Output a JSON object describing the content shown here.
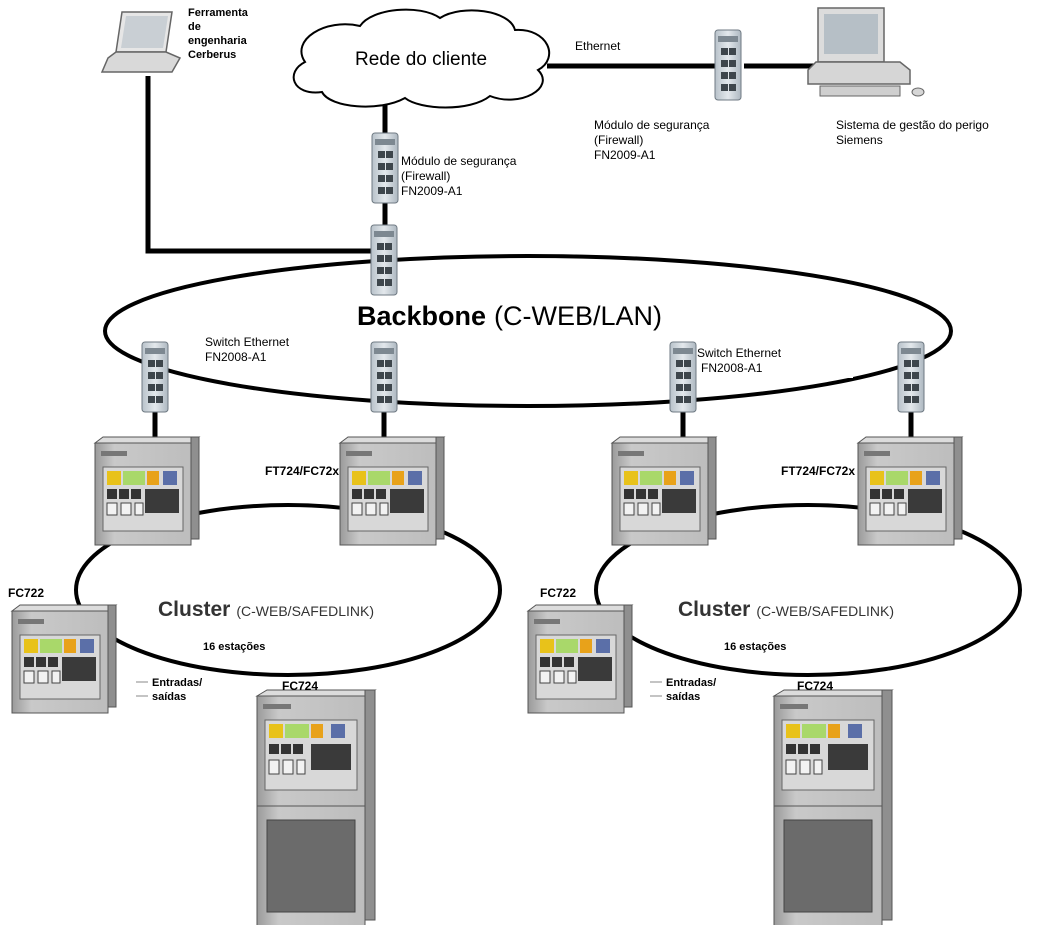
{
  "labels": {
    "eng_tool": [
      "Ferramenta",
      "de",
      "engenharia",
      "Cerberus"
    ],
    "cloud": "Rede do cliente",
    "ethernet": "Ethernet",
    "firewall_top": [
      "Módulo de segurança",
      "(Firewall)",
      "FN2009-A1"
    ],
    "firewall_mid": [
      "Módulo de segurança",
      "(Firewall)",
      "FN2009-A1"
    ],
    "mgmt": [
      "Sistema de gestão do perigo",
      "Siemens"
    ],
    "backbone_bold": "Backbone",
    "backbone_rest": "(C-WEB/LAN)",
    "switch_left": [
      "Switch Ethernet",
      "FN2008-A1"
    ],
    "switch_right": [
      "Switch Ethernet",
      "FN2008-A1"
    ]
  },
  "clusters": [
    {
      "ft_label": "FT724/FC72x",
      "fc722_label": "FC722",
      "fc724_label": "FC724",
      "title_bold": "Cluster",
      "title_rest": "(C-WEB/SAFEDLINK)",
      "stations": "16 estações",
      "io": [
        "Entradas/",
        "saídas"
      ]
    },
    {
      "ft_label": "FT724/FC72x",
      "fc722_label": "FC722",
      "fc724_label": "FC724",
      "title_bold": "Cluster",
      "title_rest": "(C-WEB/SAFEDLINK)",
      "stations": "16 estações",
      "io": [
        "Entradas/",
        "saídas"
      ]
    }
  ],
  "colors": {
    "line": "#000000",
    "device_body": "#cfd6dc",
    "panel_body": "#b9b9b9",
    "panel_face": "#d8d8d8",
    "accent_yellow": "#e8c21a",
    "accent_green": "#a9d86a"
  }
}
